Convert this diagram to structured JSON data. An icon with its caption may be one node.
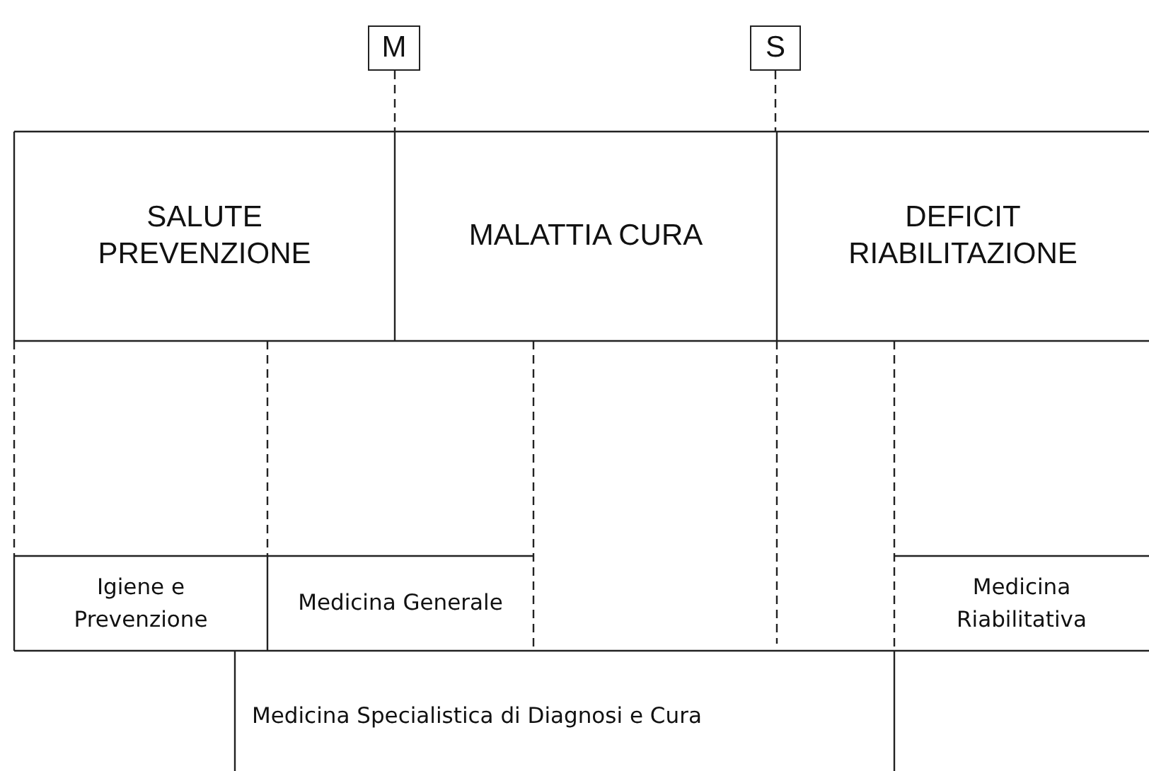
{
  "diagram": {
    "nodes": [
      {
        "text": [
          "M"
        ]
      },
      {
        "text": [
          "S"
        ]
      },
      {
        "text": [
          "SALUTE PREVENZIONE"
        ]
      },
      {
        "text": [
          "MALATTIA CURA"
        ]
      },
      {
        "text": [
          "DEFICIT RIABILITAZIONE"
        ]
      },
      {
        "text": [
          "Igiene e Prevenzione"
        ]
      },
      {
        "text": [
          "Medicina Generale"
        ]
      },
      {
        "text": [
          "Medicina Riabilitativa"
        ]
      },
      {
        "text": [
          "Medicina Specialistica di Diagnosi e Cura"
        ]
      }
    ],
    "edges": [
      {
        "from": 0,
        "to": null,
        "arrow": "none",
        "style": "dashed"
      },
      {
        "from": 1,
        "to": null,
        "arrow": "none",
        "style": "dashed"
      }
    ]
  }
}
